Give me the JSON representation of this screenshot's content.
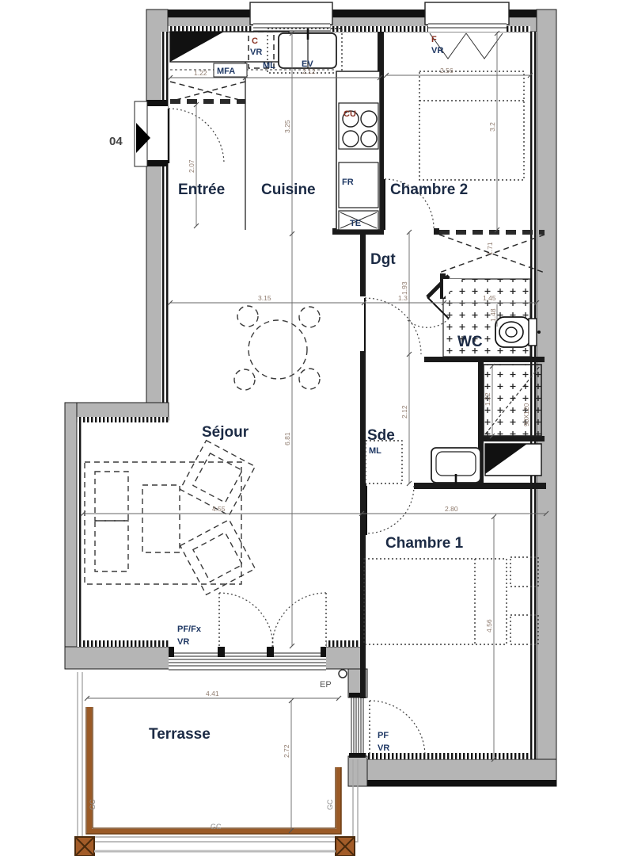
{
  "unit": {
    "number": "04"
  },
  "rooms": {
    "entree": "Entrée",
    "cuisine": "Cuisine",
    "chambre2": "Chambre 2",
    "degagement": "Dgt",
    "wc": "WC",
    "sde": "Sde",
    "sejour": "Séjour",
    "chambre1": "Chambre 1",
    "terrasse": "Terrasse"
  },
  "fixtures": {
    "kitchen_closet_c": "C",
    "kitchen_closet_vr": "VR",
    "kitchen_ml": "ML",
    "entree_mfa": "MFA",
    "kitchen_sink_ev": "EV",
    "kitchen_hob_cu": "CU",
    "kitchen_fridge_fr": "FR",
    "kitchen_te": "TE",
    "ch2_window_f": "F",
    "ch2_window_vr": "VR",
    "sde_ml": "ML",
    "shower_size": "90X120",
    "sejour_door_pffx": "PF/Fx",
    "sejour_door_vr": "VR",
    "ch1_door_pf": "PF",
    "ch1_door_vr": "VR",
    "terrace_ep": "EP",
    "gc_left": "GC",
    "gc_bottom": "GC",
    "gc_right": "GC"
  },
  "dimensions": {
    "entree_closet_w": "1.22",
    "entree_d": "2.07",
    "cuisine_w": "2.12",
    "cuisine_d": "3.25",
    "ch2_w": "2.56",
    "ch2_d": "3.2",
    "ch2_placard": "1.71",
    "dgt_d": "1.93",
    "dgt_w": "1.3",
    "wc_w": "1.45",
    "wc_d": "1.48",
    "shower_d": "1.22",
    "sde_d": "2.12",
    "sejour_top_w": "3.15",
    "sejour_d": "6.81",
    "sejour_w": "4.55",
    "ch1_w": "2.80",
    "ch1_d": "4.56",
    "terrasse_w": "4.41",
    "terrasse_d": "2.72"
  },
  "colors": {
    "wall_fill": "#b5b5b5",
    "wall_edge": "#1a1a1a",
    "railing": "#9a5a26",
    "label_navy": "#1f3864",
    "label_maroon": "#8a3324",
    "room_label": "#1c2b45",
    "dim_text": "#8f7b6e"
  }
}
